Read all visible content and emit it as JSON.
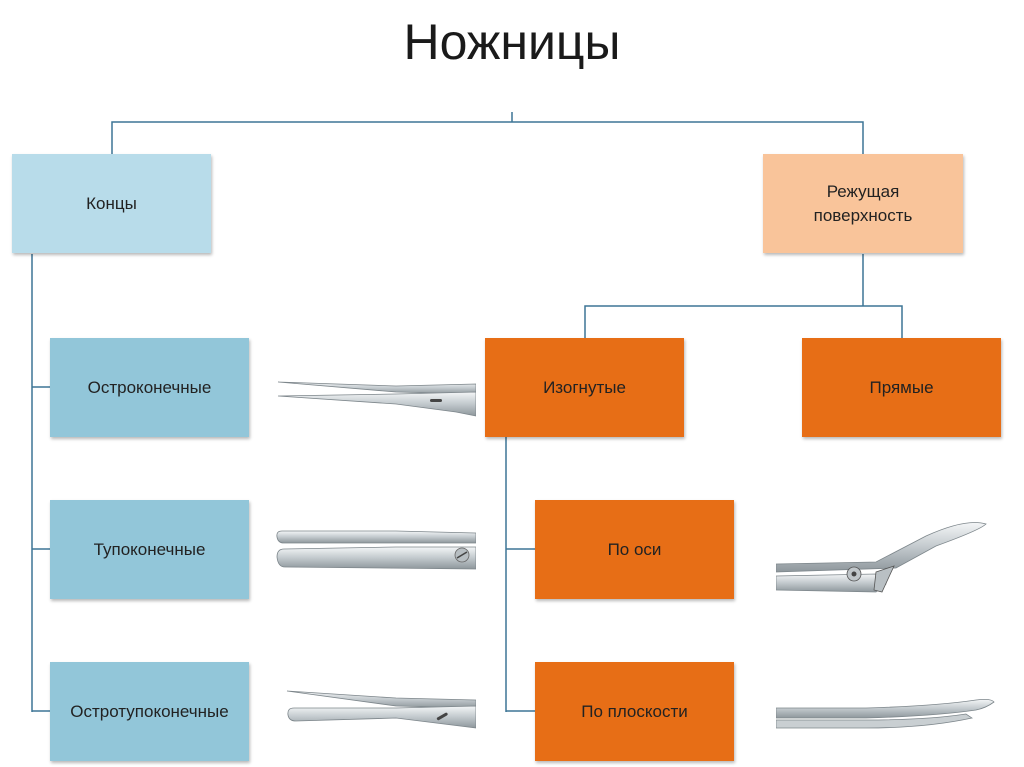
{
  "title": "Ножницы",
  "colors": {
    "blue_light": "#b8dcea",
    "blue": "#92c6d9",
    "peach": "#f9c49a",
    "orange": "#e76e16",
    "connector": "#3d7596"
  },
  "nodes": {
    "ends": "Концы",
    "cutting_surface": "Режущая поверхность",
    "sharp": "Остроконечные",
    "blunt": "Тупоконечные",
    "sharp_blunt": "Остротупоконечные",
    "curved": "Изогнутые",
    "straight": "Прямые",
    "along_axis": "По оси",
    "along_plane": "По плоскости"
  },
  "images": [
    "scissors-sharp-tip",
    "scissors-blunt-tip",
    "scissors-sharp-blunt-tip",
    "scissors-curved-axis",
    "scissors-curved-plane"
  ]
}
